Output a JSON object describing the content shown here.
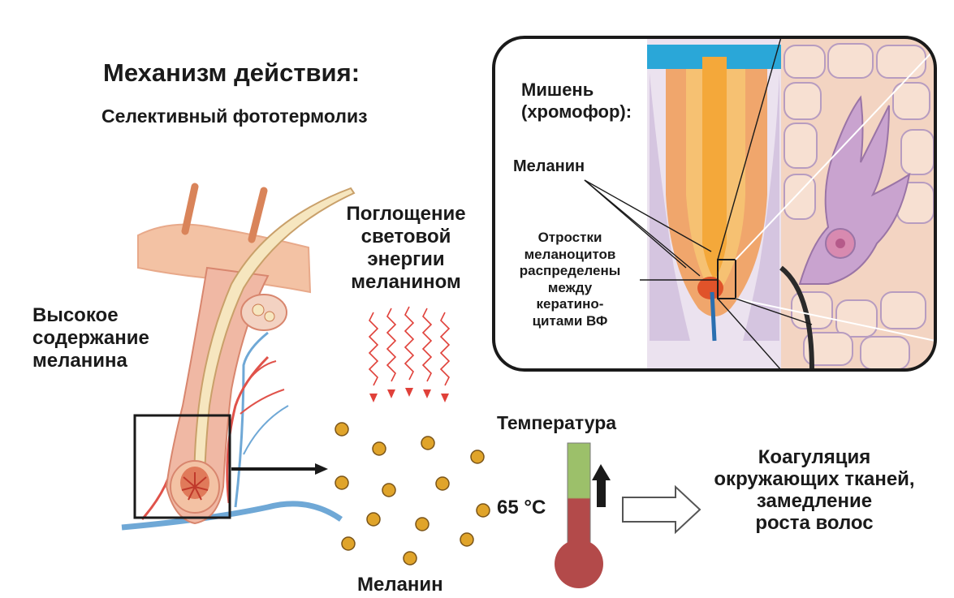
{
  "title": "Механизм действия:",
  "subtitle": "Селективный фототермолиз",
  "high_melanin": [
    "Высокое",
    "содержание",
    "меланина"
  ],
  "absorption": [
    "Поглощение",
    "световой",
    "энергии",
    "меланином"
  ],
  "temperature_label": "Температура",
  "temperature_value": "65 °C",
  "melanin_label": "Меланин",
  "coagulation": [
    "Коагуляция",
    "окружающих тканей,",
    "замедление",
    "роста волос"
  ],
  "inset": {
    "target": [
      "Мишень",
      "(хромофор):"
    ],
    "melanin": "Меланин",
    "processes": [
      "Отростки",
      "меланоцитов",
      "распределены",
      "между",
      "кератино-",
      "цитами ВФ"
    ]
  },
  "colors": {
    "text": "#1a1a1a",
    "skin": "#f3c2a4",
    "hair": "#f6e6bf",
    "melanin_dot": "#e0a42a",
    "heat_wave": "#e0413a",
    "thermo_green": "#9cc06a",
    "thermo_red": "#b34a4a",
    "vessel": "#6fa8d6",
    "inset_blue": "#2aa7d8"
  }
}
